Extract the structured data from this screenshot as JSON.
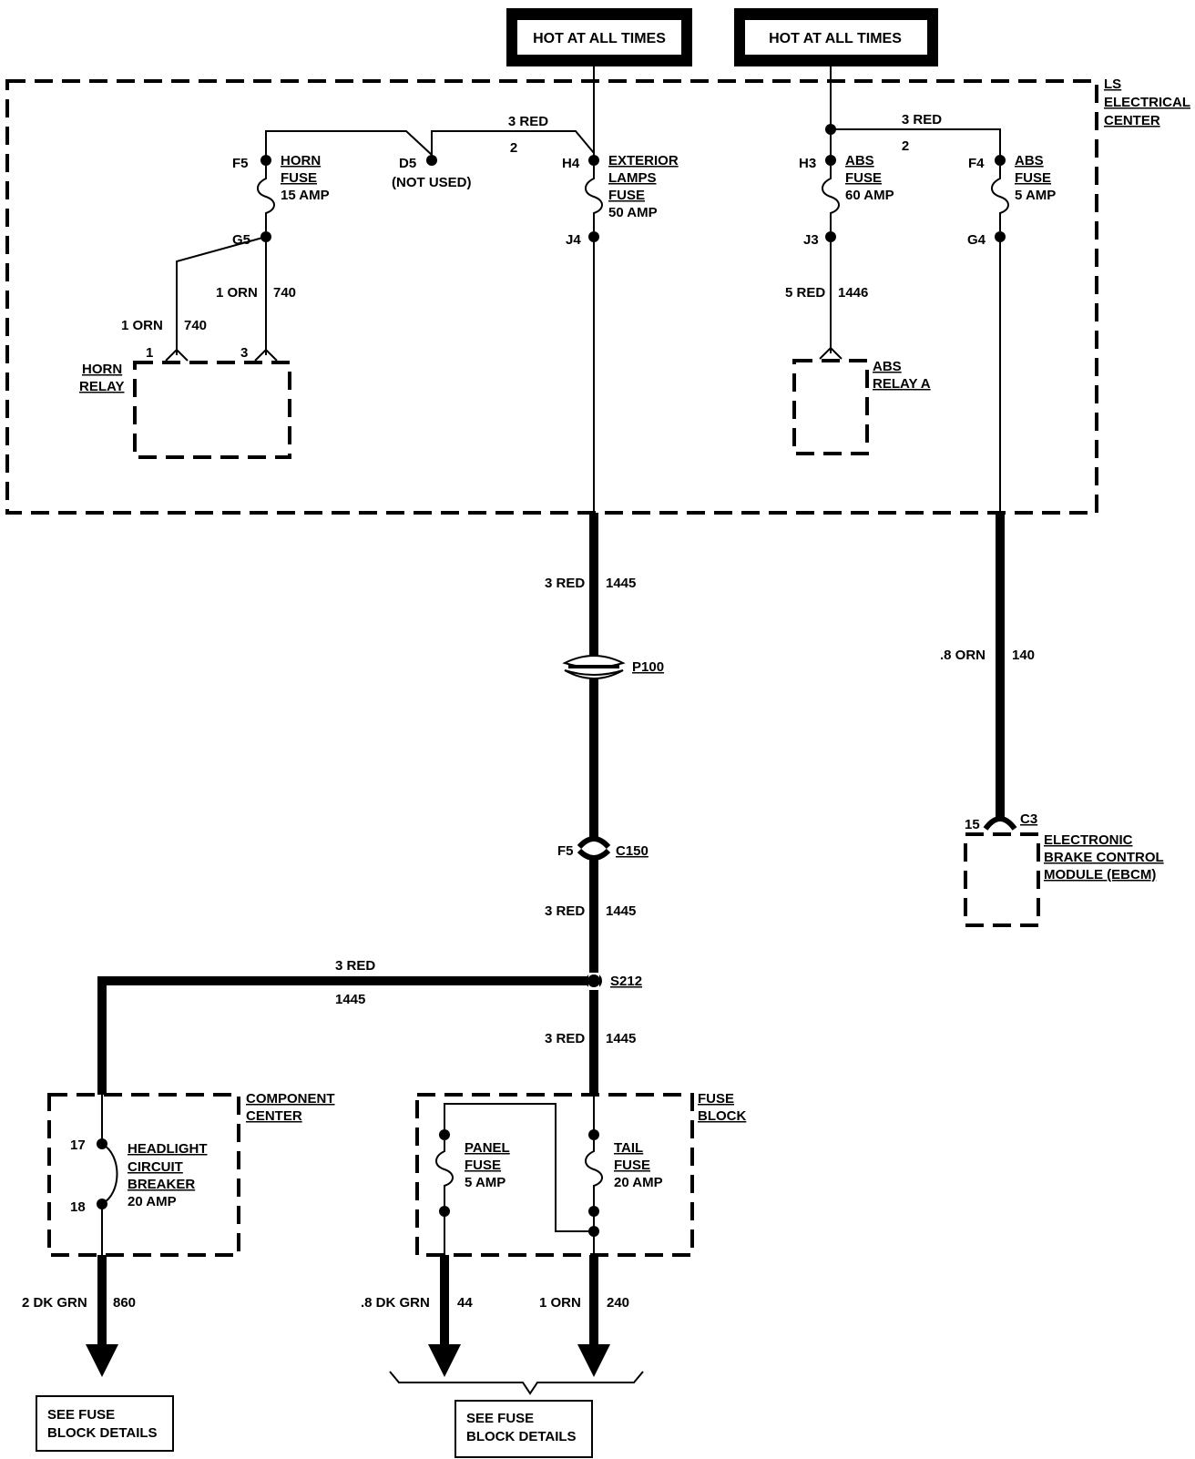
{
  "power": {
    "left": "HOT AT ALL TIMES",
    "right": "HOT AT ALL TIMES"
  },
  "ls_center": {
    "line1": "LS",
    "line2": "ELECTRICAL",
    "line3": "CENTER"
  },
  "horn_fuse": {
    "pin_in": "F5",
    "pin_out": "G5",
    "l1": "HORN",
    "l2": "FUSE",
    "l3": "15 AMP"
  },
  "d5": {
    "pin": "D5",
    "note": "(NOT USED)"
  },
  "top_left_bus": {
    "color": "3 RED",
    "circuit": "2"
  },
  "ext_fuse": {
    "pin_in": "H4",
    "pin_out": "J4",
    "l1": "EXTERIOR",
    "l2": "LAMPS",
    "l3": "FUSE",
    "l4": "50 AMP"
  },
  "horn_relay": {
    "l1": "HORN",
    "l2": "RELAY",
    "pin1": "1",
    "pin3": "3",
    "w1_color": "1 ORN",
    "w1_circuit": "740",
    "w3_color": "1 ORN",
    "w3_circuit": "740"
  },
  "top_right_bus": {
    "color": "3 RED",
    "circuit": "2"
  },
  "abs_fuse_60": {
    "pin_in": "H3",
    "pin_out": "J3",
    "l1": "ABS",
    "l2": "FUSE",
    "l3": "60 AMP"
  },
  "abs_fuse_5": {
    "pin_in": "F4",
    "pin_out": "G4",
    "l1": "ABS",
    "l2": "FUSE",
    "l3": "5 AMP"
  },
  "abs_relay": {
    "wire_color": "5 RED",
    "wire_circuit": "1446",
    "l1": "ABS",
    "l2": "RELAY A"
  },
  "main_wire": {
    "w1_color": "3 RED",
    "w1_circuit": "1445",
    "p100": "P100",
    "c150_pin": "F5",
    "c150": "C150",
    "w2_color": "3 RED",
    "w2_circuit": "1445",
    "s212": "S212",
    "w3_color": "3 RED",
    "w3_circuit": "1445"
  },
  "branch": {
    "color": "3 RED",
    "circuit": "1445"
  },
  "ebcm": {
    "wire_color": ".8 ORN",
    "wire_circuit": "140",
    "pin": "15",
    "conn": "C3",
    "l1": "ELECTRONIC",
    "l2": "BRAKE CONTROL",
    "l3": "MODULE (EBCM)"
  },
  "component_center": {
    "l1": "COMPONENT",
    "l2": "CENTER",
    "pin17": "17",
    "pin18": "18",
    "b1": "HEADLIGHT",
    "b2": "CIRCUIT",
    "b3": "BREAKER",
    "b4": "20 AMP",
    "out_color": "2 DK GRN",
    "out_circuit": "860"
  },
  "fuse_block": {
    "l1": "FUSE",
    "l2": "BLOCK",
    "panel1": "PANEL",
    "panel2": "FUSE",
    "panel3": "5 AMP",
    "tail1": "TAIL",
    "tail2": "FUSE",
    "tail3": "20 AMP",
    "panel_out_color": ".8 DK GRN",
    "panel_out_circuit": "44",
    "tail_out_color": "1 ORN",
    "tail_out_circuit": "240"
  },
  "see_left": {
    "l1": "SEE FUSE",
    "l2": "BLOCK DETAILS"
  },
  "see_mid": {
    "l1": "SEE FUSE",
    "l2": "BLOCK DETAILS"
  }
}
